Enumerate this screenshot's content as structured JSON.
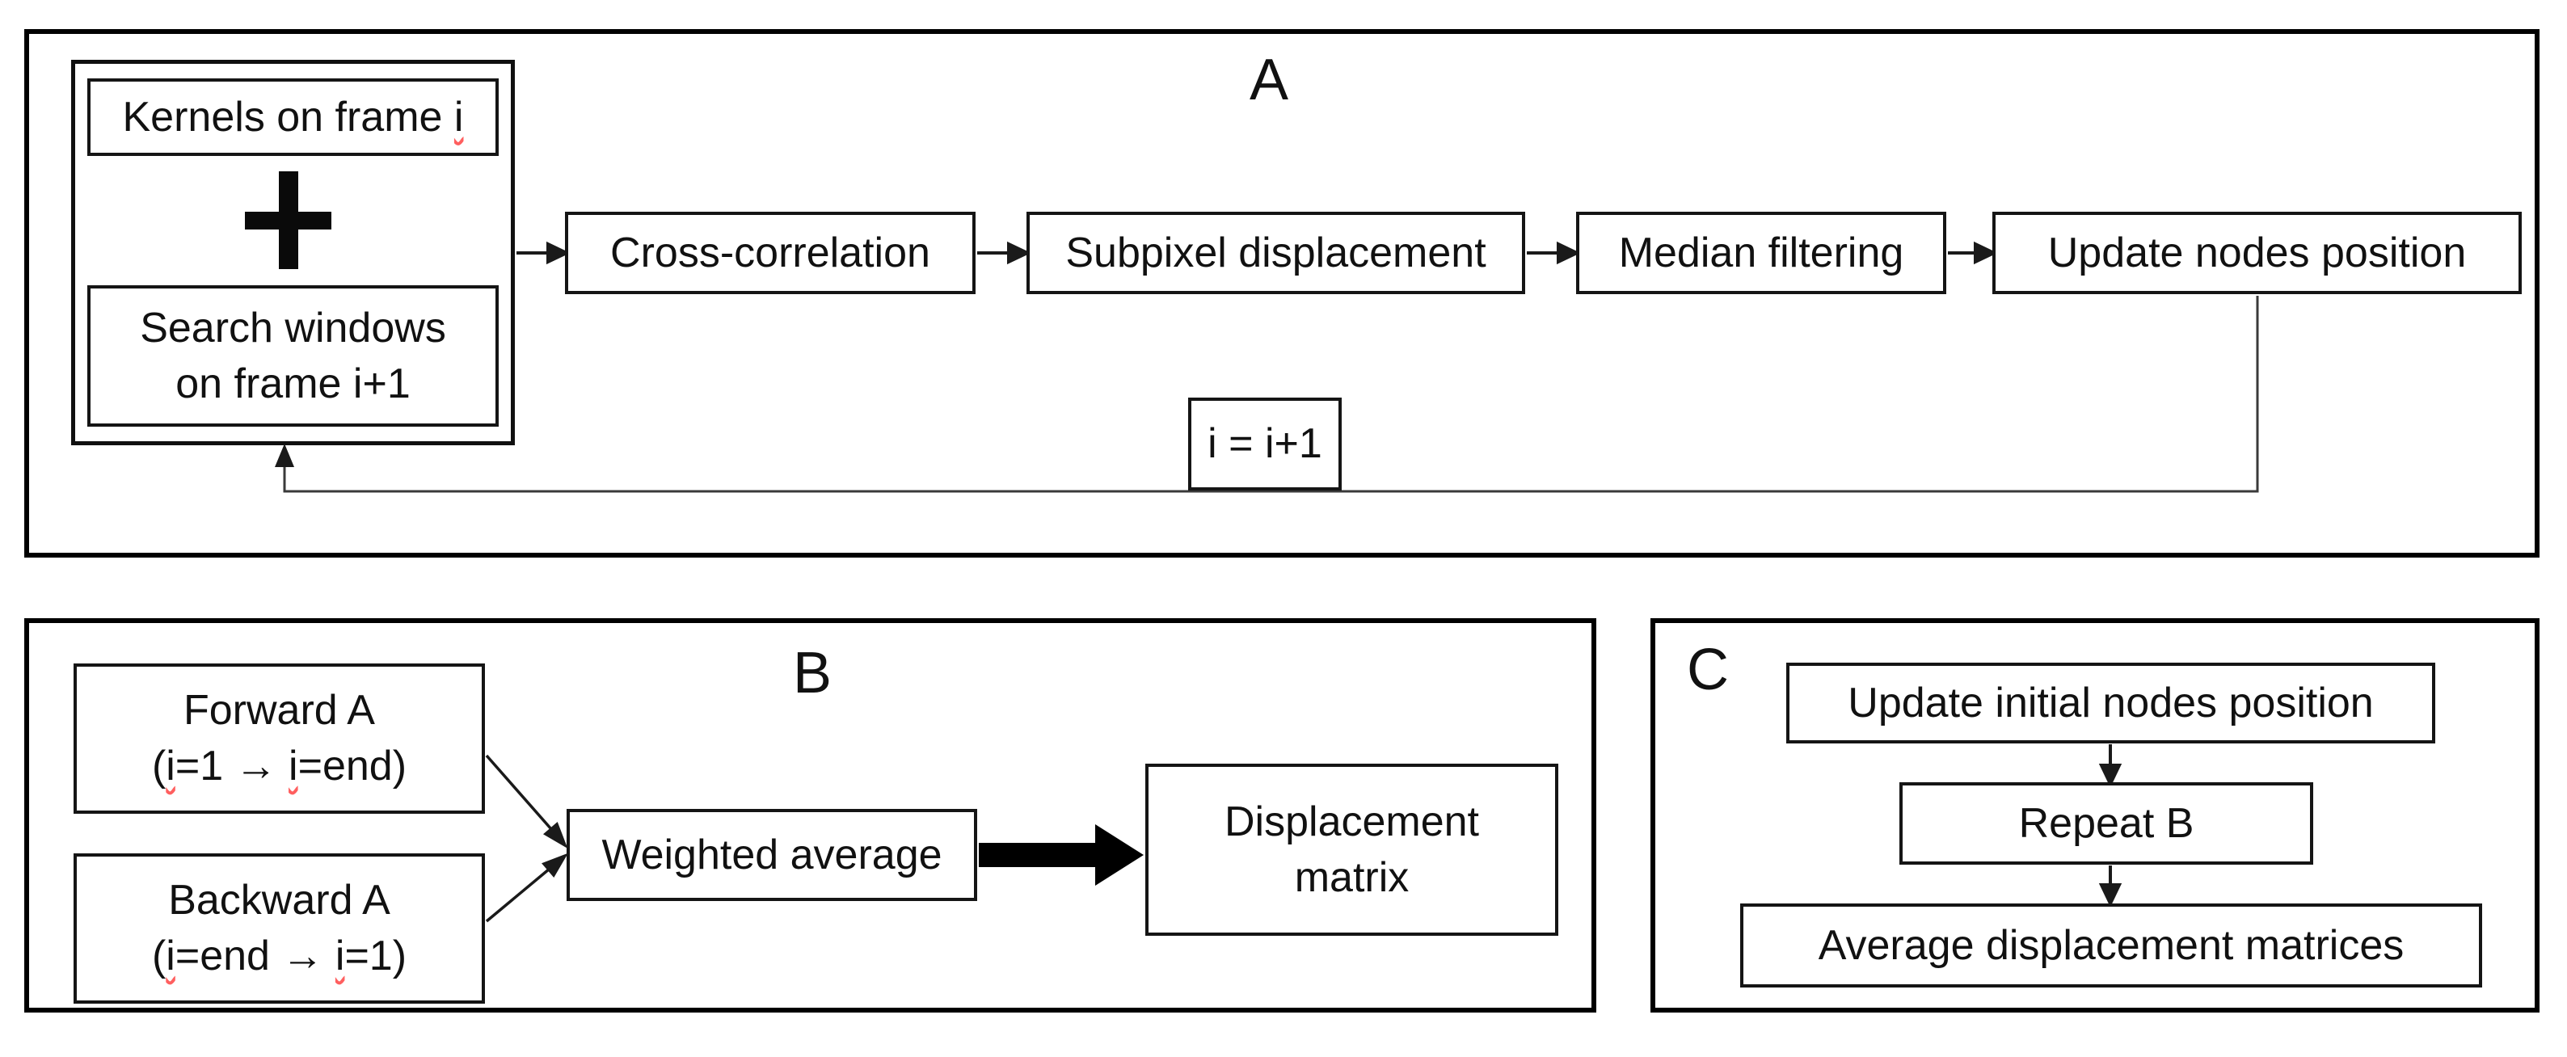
{
  "colors": {
    "panel_border": "#000000",
    "box_border": "#151515",
    "line": "#222222",
    "squiggle_red": "#ff5f5f",
    "background": "#ffffff",
    "text": "#111111"
  },
  "panel_a": {
    "label": "A",
    "input": {
      "kernels_prefix": "Kernels on frame ",
      "kernels_i": "i",
      "plus_icon": "+",
      "search_line1": "Search windows",
      "search_line2": "on frame i+1"
    },
    "steps": [
      "Cross-correlation",
      "Subpixel displacement",
      "Median filtering",
      "Update nodes position"
    ],
    "loop_label": "i = i+1"
  },
  "panel_b": {
    "label": "B",
    "forward": {
      "name": "Forward A",
      "range_open": "(",
      "i1": "i",
      "range_mid": "=1 → ",
      "i2": "i",
      "range_close": "=end)"
    },
    "backward": {
      "name": "Backward A",
      "range_open": "(",
      "i1": "i",
      "range_mid": "=end → ",
      "i2": "i",
      "range_close": "=1)"
    },
    "weighted_label": "Weighted average",
    "output_line1": "Displacement",
    "output_line2": "matrix"
  },
  "panel_c": {
    "label": "C",
    "steps": [
      "Update initial nodes position",
      "Repeat B",
      "Average displacement matrices"
    ]
  }
}
